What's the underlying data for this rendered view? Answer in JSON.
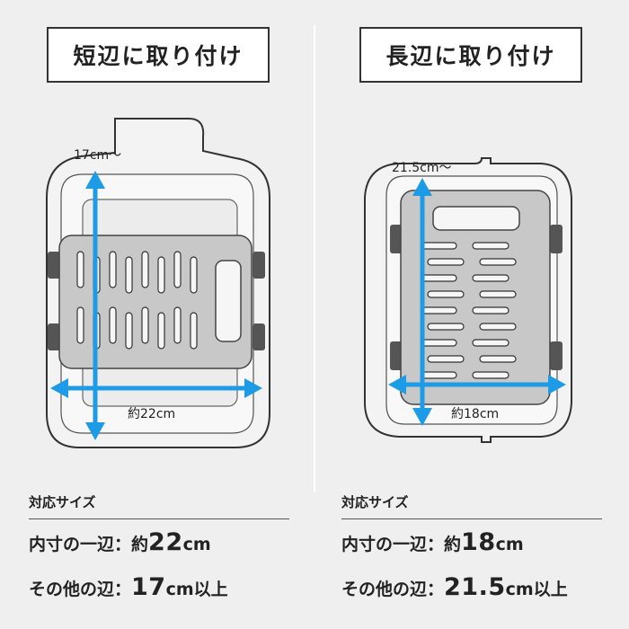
{
  "left": {
    "title": "短辺に取り付け",
    "dim_top": "17cm～",
    "dim_bottom": "約22cm",
    "spec_heading": "対応サイズ",
    "row1_label": "内寸の一辺：",
    "row1_prefix": "約",
    "row1_value": "22",
    "row1_unit": "cm",
    "row2_label": "その他の辺：",
    "row2_value": "17",
    "row2_unit": "cm以上"
  },
  "right": {
    "title": "長辺に取り付け",
    "dim_top": "21.5cm～",
    "dim_bottom": "約18cm",
    "spec_heading": "対応サイズ",
    "row1_label": "内寸の一辺：",
    "row1_prefix": "約",
    "row1_value": "18",
    "row1_unit": "cm",
    "row2_label": "その他の辺：",
    "row2_value": "21.5",
    "row2_unit": "cm以上"
  },
  "colors": {
    "arrow": "#1e9be6",
    "background": "#efefef",
    "basket": "#c8c8c8",
    "grip": "#555555"
  }
}
